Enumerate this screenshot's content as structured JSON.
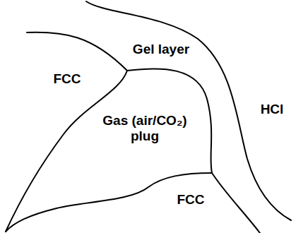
{
  "diagram": {
    "labels": [
      "FCC",
      "Gel layer",
      "HCl",
      "Gas (air/CO₂) plug",
      "FCC"
    ]
  }
}
